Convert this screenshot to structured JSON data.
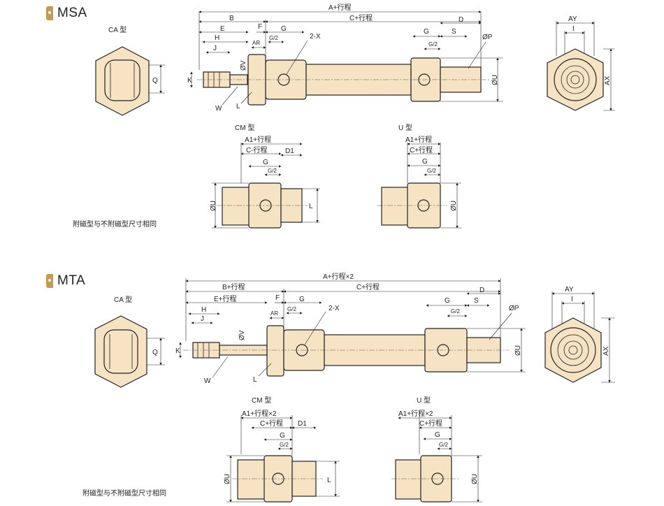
{
  "sections": {
    "msa": {
      "title": "MSA",
      "note": "附磁型与不附磁型尺寸相同"
    },
    "mta": {
      "title": "MTA",
      "note": "附磁型与不附磁型尺寸相同"
    }
  },
  "views": {
    "ca": "CA 型",
    "cm": "CM 型",
    "u": "U 型"
  },
  "dims": {
    "a_stroke": "A+行程",
    "a_stroke_x2": "A+行程×2",
    "b": "B",
    "b_stroke": "B+行程",
    "c_stroke": "C+行程",
    "c_stroke_cm": "C-行程",
    "d": "D",
    "d1": "D1",
    "e": "E",
    "e_stroke": "E+行程",
    "f": "F",
    "g": "G",
    "g2": "G/2",
    "s": "S",
    "h": "H",
    "j": "J",
    "ar": "AR",
    "two_x": "2-X",
    "phi_p": "ØP",
    "phi_u": "ØU",
    "phi_v": "ØV",
    "k": "K",
    "w": "W",
    "l": "L",
    "q": "Q",
    "ay": "AY",
    "ax": "AX",
    "i": "I",
    "a1_stroke": "A1+行程",
    "a1_stroke_x2": "A1+行程×2"
  },
  "colors": {
    "body_fill": "#f6e3c3",
    "accent": "#c79a52",
    "line": "#222222"
  }
}
